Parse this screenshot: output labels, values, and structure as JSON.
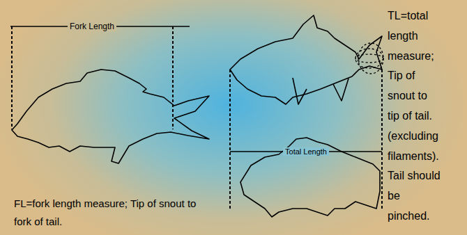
{
  "diagram": {
    "labels": [
      "Fork Length",
      "Total Length",
      "FL=fork length measure; Tip of snout to fork of tail.",
      "TL=total length measure; Tip of snout to tip of tail. (excluding filaments). Tail should be pinched."
    ]
  }
}
